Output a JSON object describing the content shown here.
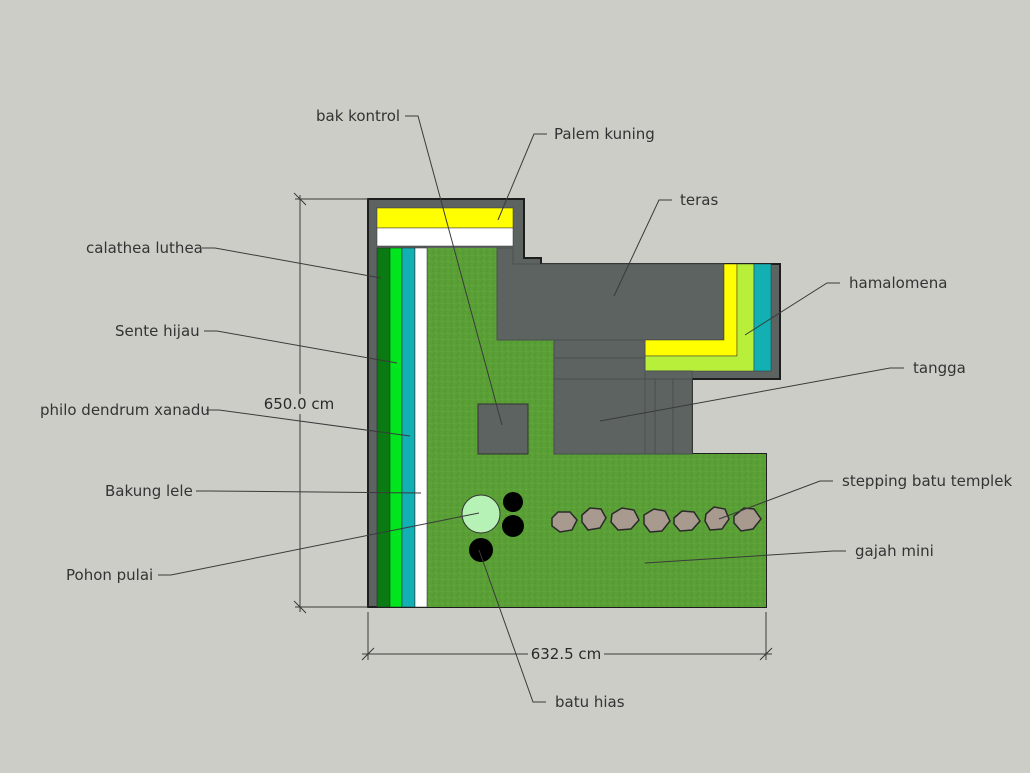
{
  "labels": {
    "bak_kontrol": "bak kontrol",
    "palem_kuning": "Palem kuning",
    "teras": "teras",
    "calathea_luthea": "calathea luthea",
    "hamalomena": "hamalomena",
    "sente_hijau": "Sente hijau",
    "tangga": "tangga",
    "philo_dendrum_xanadu": "philo dendrum xanadu",
    "bakung_lele": "Bakung lele",
    "stepping_batu_templek": "stepping batu templek",
    "pohon_pulai": "Pohon pulai",
    "gajah_mini": "gajah mini",
    "batu_hias": "batu hias"
  },
  "dimensions": {
    "height": "650.0 cm",
    "width": "632.5 cm"
  },
  "colors": {
    "background": "#cdcdc8",
    "grass": "#5aa036",
    "paving": "#5d6361",
    "yellow": "#ffff00",
    "lime": "#b7ef3a",
    "teal": "#12b0b3",
    "dark_green": "#0a7a12",
    "bright_green": "#00e61e",
    "white": "#ffffff",
    "light_green": "#b6f2b6",
    "black": "#000000",
    "stone": "#a89a8e"
  }
}
